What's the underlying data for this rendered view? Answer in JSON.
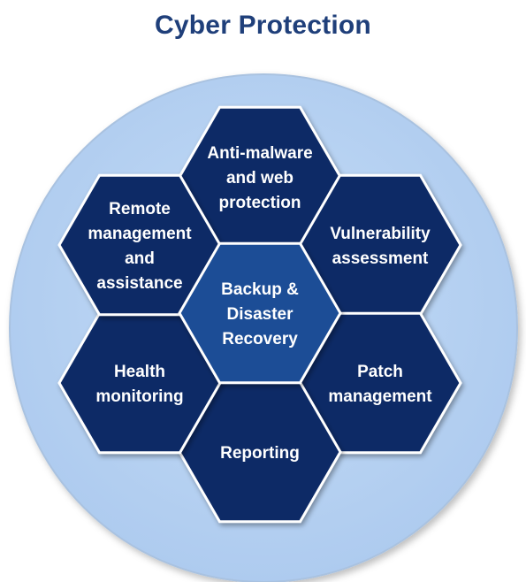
{
  "title": "Cyber Protection",
  "colors": {
    "title": "#1f3f7a",
    "circle_fill": "#b7d2f2",
    "circle_stroke": "#a9c2e0",
    "hex_outer": "#0f2c66",
    "hex_center": "#1f4e96",
    "hex_stroke": "#ffffff",
    "label": "#ffffff"
  },
  "center": {
    "lines": [
      "Backup &",
      "Disaster",
      "Recovery"
    ]
  },
  "components": [
    {
      "id": "anti-malware",
      "lines": [
        "Anti-malware",
        "and web",
        "protection"
      ]
    },
    {
      "id": "vulnerability",
      "lines": [
        "Vulnerability",
        "assessment"
      ]
    },
    {
      "id": "patch",
      "lines": [
        "Patch",
        "management"
      ]
    },
    {
      "id": "reporting",
      "lines": [
        "Reporting"
      ]
    },
    {
      "id": "health",
      "lines": [
        "Health",
        "monitoring"
      ]
    },
    {
      "id": "remote",
      "lines": [
        "Remote",
        "management",
        "and",
        "assistance"
      ]
    }
  ]
}
